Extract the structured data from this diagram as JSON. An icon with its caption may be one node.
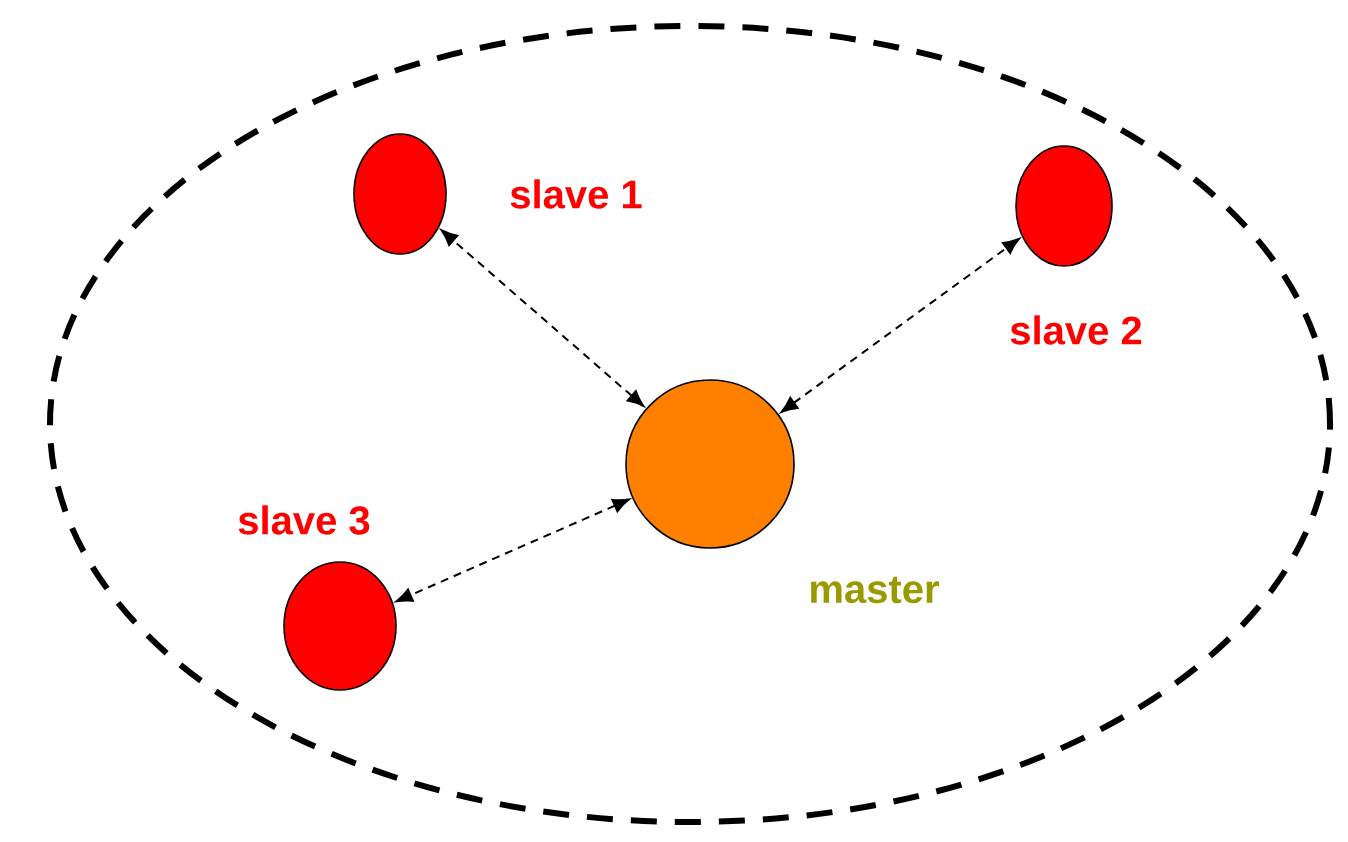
{
  "diagram": {
    "nodes": [
      {
        "text": [],
        "shape": "ellipse"
      },
      {
        "text": [
          "slave 1"
        ],
        "in": 0
      },
      {
        "text": [
          "slave 2"
        ],
        "in": 0
      },
      {
        "text": [
          "master"
        ],
        "in": 0
      },
      {
        "text": [
          "slave 3"
        ],
        "in": 0
      }
    ],
    "edges": [
      {
        "from": 3,
        "to": 1,
        "arrow": "both",
        "style": "dashed"
      },
      {
        "from": 3,
        "to": 2,
        "arrow": "both",
        "style": "dashed"
      },
      {
        "from": 3,
        "to": 4,
        "arrow": "both",
        "style": "dashed"
      }
    ]
  }
}
